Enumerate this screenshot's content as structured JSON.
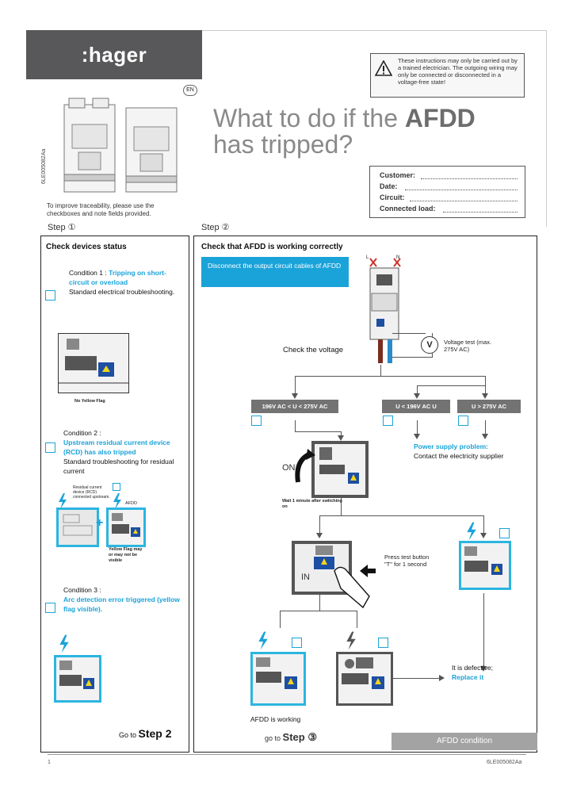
{
  "header": {
    "brand": ":hager",
    "lang_badge": "EN",
    "warning": "These instructions may only be carried out by a trained electrician. The outgoing wiring may only be connected or disconnected in a voltage-free state!",
    "title_part1": "What to do if the ",
    "title_bold": "AFDD",
    "title_part2": "has tripped?",
    "doc_code_vertical": "6LE005082Aa",
    "traceability": "To improve traceability, please use the checkboxes and note fields provided.",
    "form": {
      "customer": "Customer:",
      "date": "Date:",
      "circuit": "Circuit:",
      "load": "Connected load:"
    }
  },
  "step1": {
    "label": "Step ①",
    "heading": "Check devices status",
    "cond1_title": "Condition 1 : ",
    "cond1_cyan": "Tripping on short-circuit or overload",
    "cond1_text": "Standard electrical troubleshooting.",
    "no_flag": "No Yellow Flag",
    "cond2_title": "Condition 2 :",
    "cond2_cyan": "Upstream residual current device (RCD) has also tripped",
    "cond2_text": "Standard troubleshooting for residual current",
    "rcd_label": "Residual current device (RCD) connected upstream.",
    "afdd_label": "AFDD",
    "yellow_flag_note": "Yellow Flag may or may not be visible",
    "cond3_title": "Condition 3 :",
    "cond3_cyan": "Arc detection error triggered (yellow flag visible).",
    "goto_prefix": "Go to ",
    "goto_step": "Step 2"
  },
  "step2": {
    "label": "Step ②",
    "heading": "Check that AFDD is working correctly",
    "disconnect": "Disconnect the output circuit cables of AFDD",
    "check_voltage": "Check the voltage",
    "voltage_test": "Voltage test (max. 275V AC)",
    "v_symbol": "V",
    "range1": "196V AC < U < 275V AC",
    "range2": "U < 196V AC U",
    "range3": "U > 275V AC",
    "power_problem": "Power supply problem:",
    "power_text": "Contact the electricity supplier",
    "on_label": "ON",
    "wait": "Wait 1 minute after switching on",
    "press_test": "Press test button \"T\" for 1 second",
    "in_label": "IN",
    "defective": "It is defective;",
    "replace": "Replace it",
    "working": "AFDD is working",
    "goto_prefix": "go to ",
    "goto_step": "Step ③",
    "afdd_condition": "AFDD condition"
  },
  "footer": {
    "page": "1",
    "code": "6LE005082Aa"
  },
  "colors": {
    "accent": "#1aa3d9",
    "brand_bg": "#58585a",
    "tag_bg": "#737373"
  }
}
